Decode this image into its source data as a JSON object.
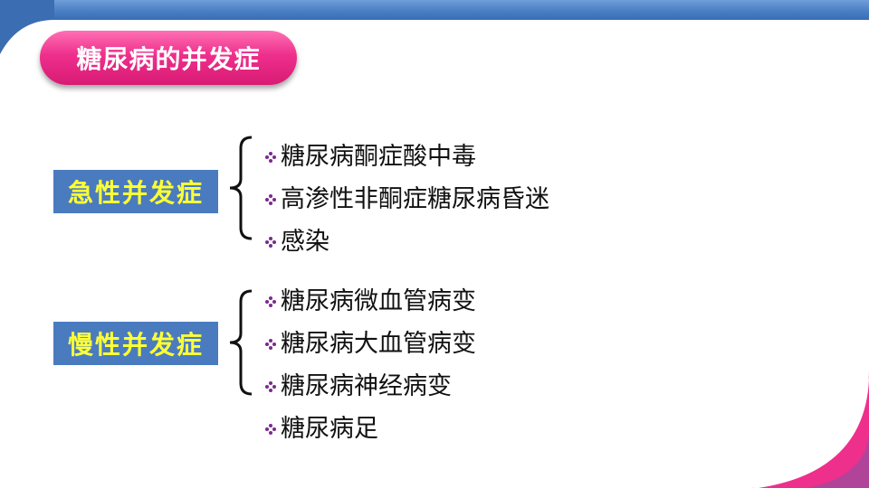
{
  "title": "糖尿病的并发症",
  "colors": {
    "top_bar": "#4a7fc5",
    "title_pill": "#ee2f8c",
    "category_bg": "#4a7bbf",
    "category_text": "#ffff33",
    "bullet": "#7b2a8c",
    "corner_accent": "#ee2f8c"
  },
  "bullet_icon": "diamond-dots-icon",
  "groups": [
    {
      "label": "急性并发症",
      "items": [
        "糖尿病酮症酸中毒",
        "高渗性非酮症糖尿病昏迷",
        "感染"
      ]
    },
    {
      "label": "慢性并发症",
      "items": [
        "糖尿病微血管病变",
        "糖尿病大血管病变",
        "糖尿病神经病变",
        "糖尿病足"
      ]
    }
  ]
}
